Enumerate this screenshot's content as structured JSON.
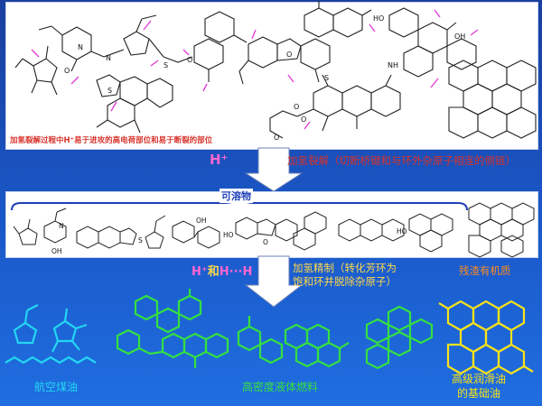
{
  "top_section": {
    "label_left": "加氢裂解过程中H⁺易于进攻的高电荷部位和易于断裂的部位",
    "label_hplus": "H⁺",
    "label_right": "加氢裂解（切断桥键和与环外杂原子相连的侧链）",
    "atom_labels": [
      "N",
      "S",
      "S",
      "O",
      "O",
      "N",
      "O",
      "O",
      "S",
      "HO",
      "NH",
      "OH",
      "O",
      "O"
    ]
  },
  "middle_section": {
    "title": "可溶物",
    "atom_labels": [
      "N",
      "OH",
      "S",
      "OH",
      "O",
      "HO",
      "HO"
    ]
  },
  "lower_section": {
    "arrow_label_hplus": "H⁺",
    "arrow_label_and": "和",
    "arrow_label_hh": "H···H",
    "refining_label_line1": "加氢精制（转化芳环为",
    "refining_label_line2": "饱和环并脱除杂原子）",
    "residue_label": "残渣有机质"
  },
  "products": {
    "jet_fuel": "航空煤油",
    "hd_fuel": "高密度液体燃料",
    "lubricant_line1": "高级润滑油",
    "lubricant_line2": "的基础油"
  },
  "colors": {
    "background": "#1a58c9",
    "label_red": "#d8322a",
    "label_blue": "#1f3fb8",
    "hplus_pink": "#ff66d0",
    "refining_yellow": "#ffd84a",
    "residue_orange": "#ff8a1c",
    "jet_cyan": "#23d6f2",
    "hd_green": "#35e040",
    "lube_yellow": "#f7e21a",
    "arrow_magenta": "#d02ad8"
  }
}
